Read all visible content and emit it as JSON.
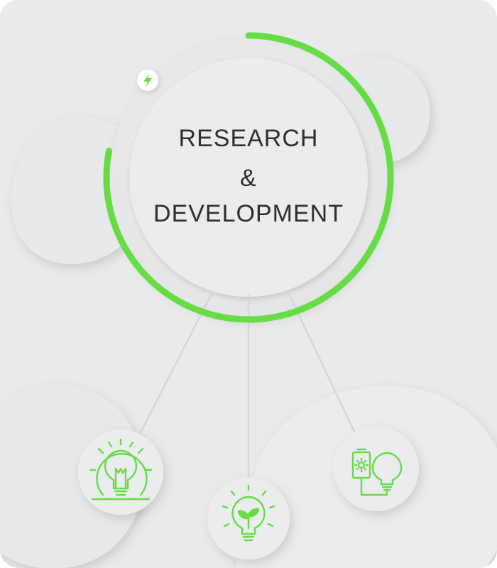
{
  "title": {
    "line1": "RESEARCH",
    "line2": "&",
    "line3": "DEVELOPMENT"
  },
  "progress": {
    "value": 0.78
  },
  "colors": {
    "accent": "#66dd44",
    "background": "#e9eaeb",
    "connector": "#d6d6d8",
    "text": "#2f2f2f"
  },
  "icons": [
    {
      "name": "bulb-gear-icon"
    },
    {
      "name": "plant-bulb-icon"
    },
    {
      "name": "battery-bulb-icon"
    },
    {
      "name": "lightning-icon"
    }
  ]
}
